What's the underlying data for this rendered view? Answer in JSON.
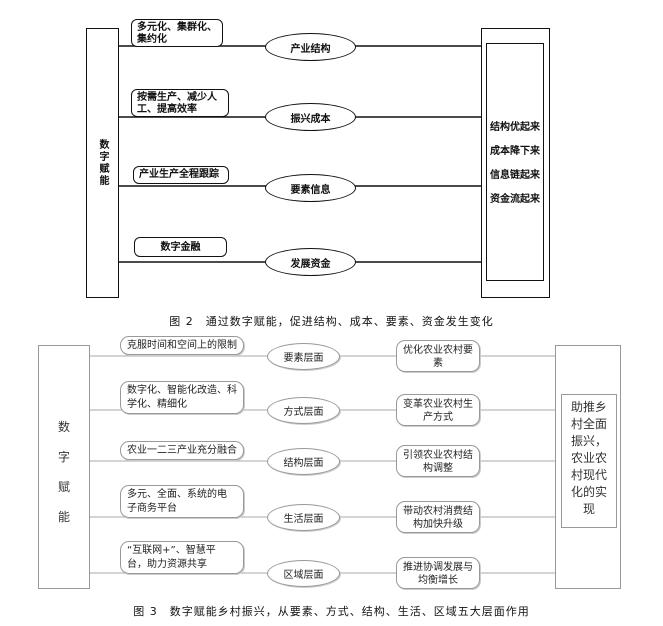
{
  "figure2": {
    "left_label": "数字赋能",
    "rows": [
      {
        "box": "多元化、集群化、\n集约化",
        "oval": "产业结构"
      },
      {
        "box": "按需生产、减少人\n工、提高效率",
        "oval": "振兴成本"
      },
      {
        "box": "产业生产全程跟踪",
        "oval": "要素信息"
      },
      {
        "box": "数字金融",
        "oval": "发展资金"
      }
    ],
    "right_items": [
      "结构优起来",
      "成本降下来",
      "信息链起来",
      "资金流起来"
    ],
    "caption": "图 2　通过数字赋能，促进结构、成本、要素、资金发生变化"
  },
  "figure3": {
    "left_label_chars": [
      "数",
      "字",
      "赋",
      "能"
    ],
    "rows": [
      {
        "box": "克服时间和空间上的限制",
        "oval": "要素层面",
        "result": "优化农业农村要\n素"
      },
      {
        "box": "数字化、智能化改造、科\n学化、精细化",
        "oval": "方式层面",
        "result": "变革农业农村生\n产方式"
      },
      {
        "box": "农业一二三产业充分融合",
        "oval": "结构层面",
        "result": "引领农业农村结\n构调整"
      },
      {
        "box": "多元、全面、系统的电\n子商务平台",
        "oval": "生活层面",
        "result": "带动农村消费结\n构加快升级"
      },
      {
        "box": "“互联网+”、智慧平\n台，助力资源共享",
        "oval": "区域层面",
        "result": "推进协调发展与\n均衡增长"
      }
    ],
    "right_text": "助推乡\n村全面\n振兴，\n农业农\n村现代\n化的实\n现",
    "caption": "图 3　数字赋能乡村振兴，从要素、方式、结构、生活、区域五大层面作用"
  }
}
